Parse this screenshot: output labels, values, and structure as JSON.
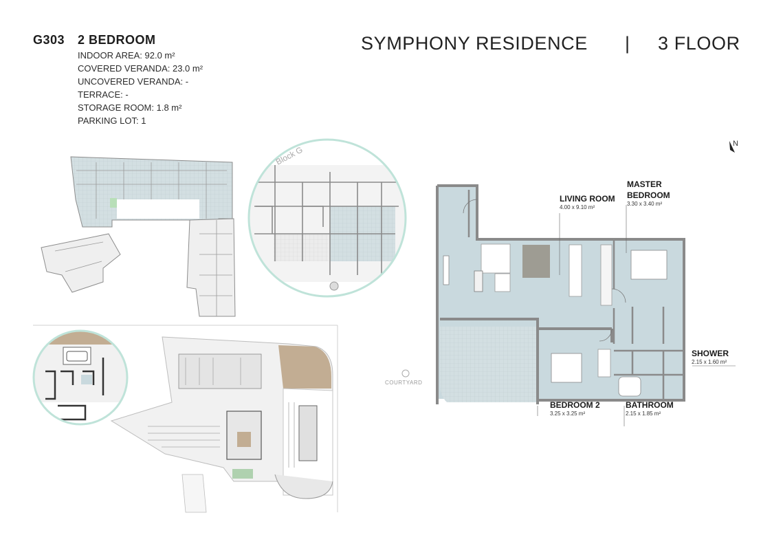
{
  "unit": {
    "code": "G303",
    "type": "2 BEDROOM",
    "specs": [
      "INDOOR AREA: 92.0 m²",
      "COVERED VERANDA: 23.0 m²",
      "UNCOVERED VERANDA: -",
      "TERRACE: -",
      "STORAGE ROOM: 1.8 m²",
      "PARKING LOT: 1"
    ]
  },
  "header": {
    "project": "SYMPHONY RESIDENCE",
    "separator": "|",
    "floor": "3 FLOOR"
  },
  "compass": {
    "label": "N"
  },
  "block_label": "Block G",
  "courtyard_label": "COURTYARD",
  "rooms": {
    "living": {
      "name": "LIVING ROOM",
      "dims": "4.00 x 9.10 m²"
    },
    "master": {
      "name_line1": "MASTER",
      "name_line2": "BEDROOM",
      "dims": "3.30 x 3.40 m²"
    },
    "shower": {
      "name": "SHOWER",
      "dims": "2.15 x 1.60 m²"
    },
    "bedroom2": {
      "name": "BEDROOM 2",
      "dims": "3.25 x 3.25 m²"
    },
    "bathroom": {
      "name": "BATHROOM",
      "dims": "2.15 x 1.85 m²"
    }
  },
  "colors": {
    "unit_fill": "#c9d9de",
    "wall": "#8a8a8a",
    "accent_circle": "#bfe3d9",
    "site_brown": "#c2ad93"
  }
}
